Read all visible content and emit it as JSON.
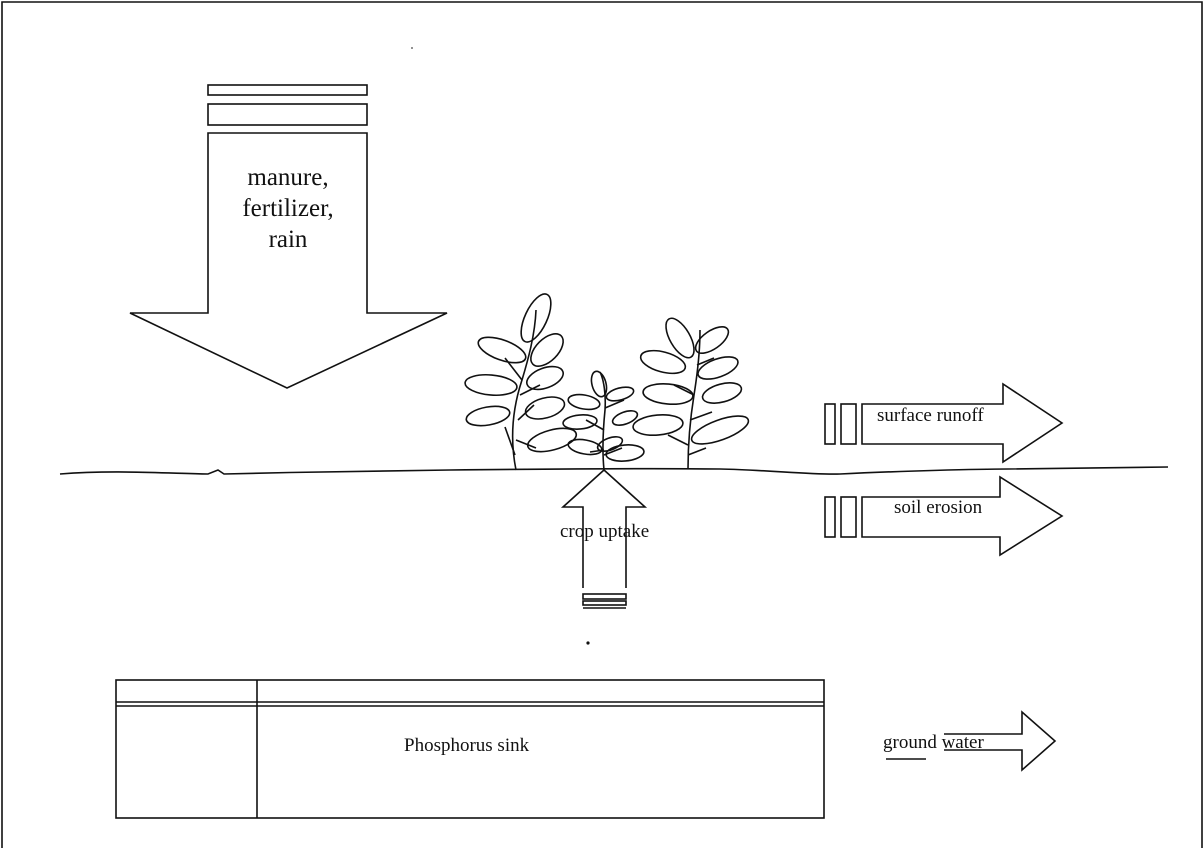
{
  "diagram": {
    "inputs": {
      "line1": "manure,",
      "line2": "fertilizer,",
      "line3": "rain"
    },
    "crop_uptake": "crop uptake",
    "surface_runoff": "surface runoff",
    "soil_erosion": "soil erosion",
    "phosphorus_sink": "Phosphorus sink",
    "ground_water": "ground water",
    "colors": {
      "line": "#111111",
      "background": "#ffffff"
    }
  }
}
